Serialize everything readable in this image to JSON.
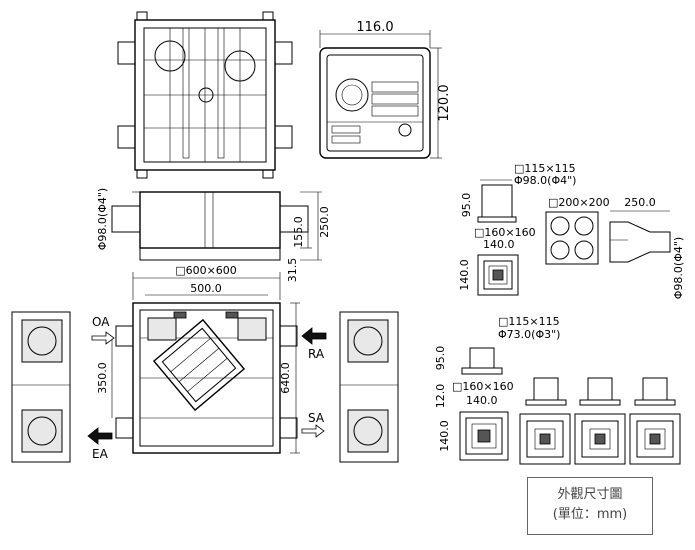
{
  "panel": {
    "width": "116.0",
    "height": "120.0"
  },
  "side_view": {
    "duct_dia": "Φ98.0(Φ4\")",
    "h1": "155.0",
    "h2": "250.0",
    "h3": "31.5"
  },
  "plan_view": {
    "ceiling": "□600×600",
    "span": "500.0",
    "height": "640.0",
    "offset": "350.0",
    "oa": "OA",
    "ra": "RA",
    "sa": "SA",
    "ea": "EA"
  },
  "grille_a": {
    "outer": "□115×115",
    "dia": "Φ98.0(Φ4\")",
    "depth": "95.0",
    "plate": "□160×160",
    "face": "140.0",
    "face_h": "140.0"
  },
  "adapter": {
    "size": "□200×200",
    "length": "250.0",
    "dia": "Φ98.0(Φ4\")"
  },
  "grille_b": {
    "outer": "□115×115",
    "dia": "Φ73.0(Φ3\")",
    "depth": "95.0",
    "gap": "12.0",
    "plate": "□160×160",
    "face": "140.0",
    "face_h": "140.0"
  },
  "caption": {
    "line1": "外觀尺寸圖",
    "line2": "(單位：mm)"
  }
}
